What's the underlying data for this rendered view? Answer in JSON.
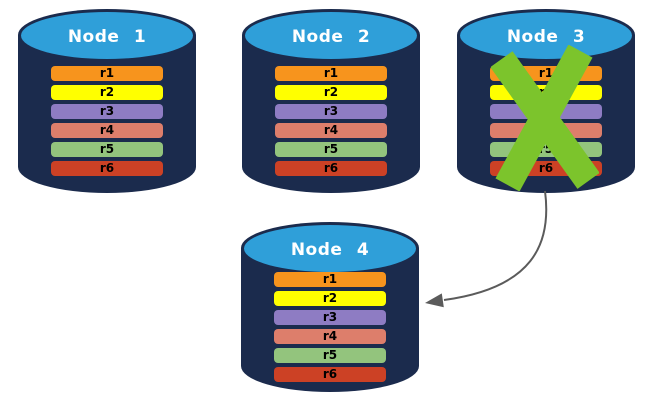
{
  "diagram": {
    "colors": {
      "background": "#FFFFFF",
      "cylinder_body": "#1B2B4D",
      "cylinder_top": "#2F9FD9",
      "node_title": "#FFFFFF",
      "row_label": "#000000",
      "failure_cross": "#7CC42C",
      "arrow": "#5B5B5B"
    },
    "nodes": [
      {
        "title": "Node 1",
        "status": "active",
        "rows": [
          {
            "label": "r1",
            "color": "#F7941D"
          },
          {
            "label": "r2",
            "color": "#FFFF00"
          },
          {
            "label": "r3",
            "color": "#8E7CC3"
          },
          {
            "label": "r4",
            "color": "#DD7E6B"
          },
          {
            "label": "r5",
            "color": "#93C47D"
          },
          {
            "label": "r6",
            "color": "#CC4125"
          }
        ]
      },
      {
        "title": "Node 2",
        "status": "active",
        "rows": [
          {
            "label": "r1",
            "color": "#F7941D"
          },
          {
            "label": "r2",
            "color": "#FFFF00"
          },
          {
            "label": "r3",
            "color": "#8E7CC3"
          },
          {
            "label": "r4",
            "color": "#DD7E6B"
          },
          {
            "label": "r5",
            "color": "#93C47D"
          },
          {
            "label": "r6",
            "color": "#CC4125"
          }
        ]
      },
      {
        "title": "Node 3",
        "status": "failed",
        "rows": [
          {
            "label": "r1",
            "color": "#F7941D"
          },
          {
            "label": "r2",
            "color": "#FFFF00"
          },
          {
            "label": "r3",
            "color": "#8E7CC3"
          },
          {
            "label": "r4",
            "color": "#DD7E6B"
          },
          {
            "label": "r5",
            "color": "#93C47D"
          },
          {
            "label": "r6",
            "color": "#CC4125"
          }
        ]
      },
      {
        "title": "Node 4",
        "status": "active",
        "rows": [
          {
            "label": "r1",
            "color": "#F7941D"
          },
          {
            "label": "r2",
            "color": "#FFFF00"
          },
          {
            "label": "r3",
            "color": "#8E7CC3"
          },
          {
            "label": "r4",
            "color": "#DD7E6B"
          },
          {
            "label": "r5",
            "color": "#93C47D"
          },
          {
            "label": "r6",
            "color": "#CC4125"
          }
        ]
      }
    ],
    "arrow": {
      "from": "Node 3",
      "to": "Node 4"
    }
  }
}
